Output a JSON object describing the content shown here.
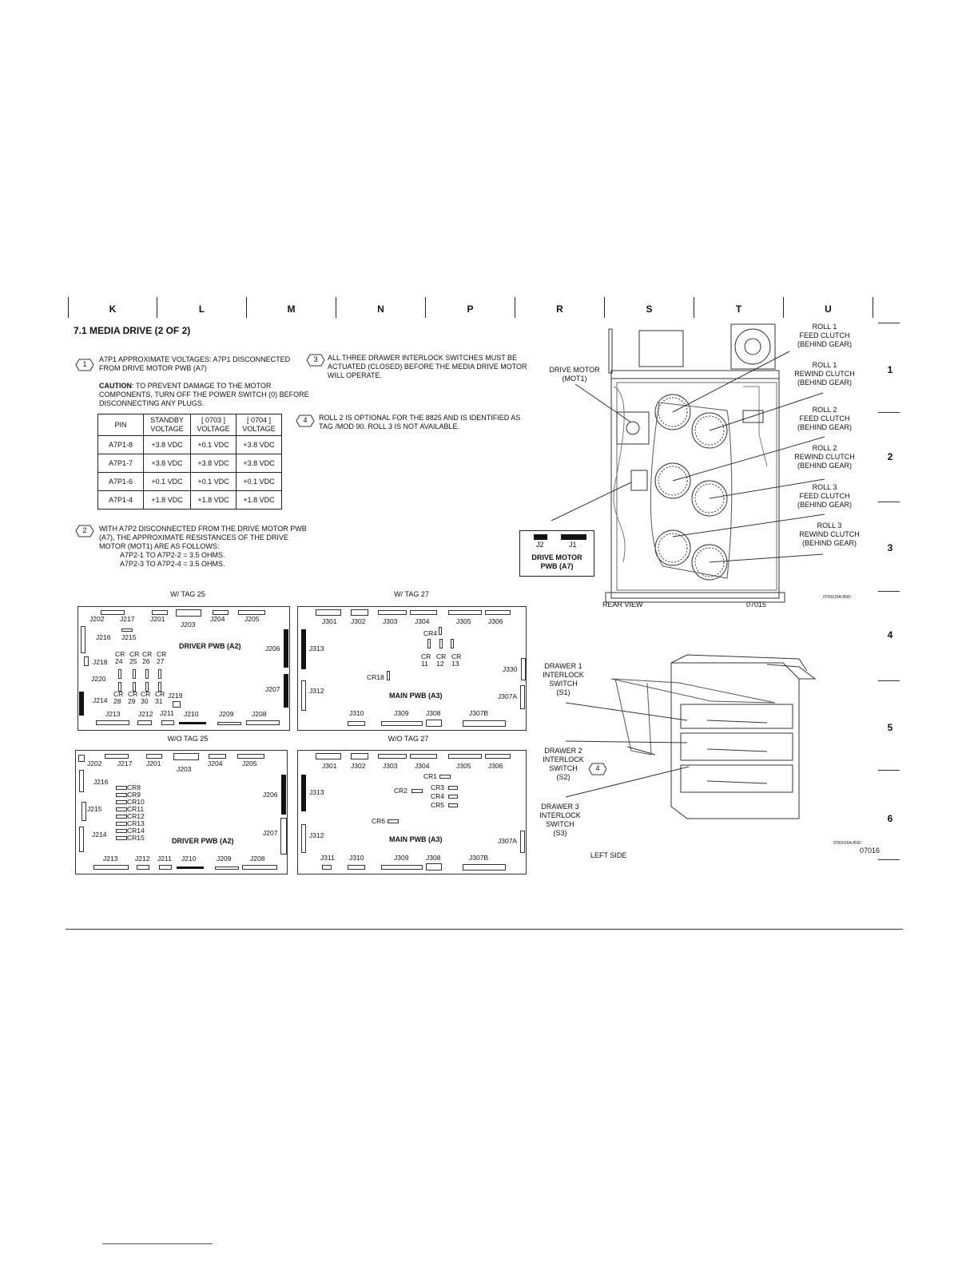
{
  "zones": [
    "K",
    "L",
    "M",
    "N",
    "P",
    "R",
    "S",
    "T",
    "U"
  ],
  "rows": [
    "1",
    "2",
    "3",
    "4",
    "5",
    "6"
  ],
  "title": "7.1  MEDIA DRIVE (2 OF 2)",
  "notes": {
    "n1": {
      "num": "1",
      "line1": "A7P1 APPROXIMATE VOLTAGES:  A7P1 DISCONNECTED",
      "line2": "FROM DRIVE MOTOR PWB (A7)"
    },
    "caution": {
      "label": "CAUTION",
      "line1": ":  TO PREVENT DAMAGE TO THE MOTOR",
      "line2": "COMPONENTS, TURN OFF THE POWER SWITCH (0) BEFORE",
      "line3": "DISCONNECTING ANY PLUGS."
    },
    "n2": {
      "num": "2",
      "line1": "WITH A7P2 DISCONNECTED FROM THE DRIVE MOTOR PWB",
      "line2": "(A7), THE APPROXIMATE RESISTANCES OF THE DRIVE",
      "line3": "MOTOR (MOT1) ARE AS FOLLOWS:",
      "line4": "A7P2-1 TO A7P2-2 = 3.5 OHMS.",
      "line5": "A7P2-3 TO A7P2-4 = 3.5 OHMS."
    },
    "n3": {
      "num": "3",
      "line1": "ALL THREE DRAWER INTERLOCK SWITCHES MUST BE",
      "line2": "ACTUATED (CLOSED) BEFORE THE MEDIA DRIVE MOTOR",
      "line3": "WILL OPERATE."
    },
    "n4": {
      "num": "4",
      "line1": "ROLL 2 IS OPTIONAL FOR THE 8825 AND IS IDENTIFIED AS",
      "line2": "TAG /MOD 90.  ROLL 3 IS NOT AVAILABLE."
    }
  },
  "voltage_table": {
    "headers": [
      [
        "PIN",
        ""
      ],
      [
        "STANDBY",
        "VOLTAGE"
      ],
      [
        "[ 0703 ]",
        "VOLTAGE"
      ],
      [
        "[ 0704 ]",
        "VOLTAGE"
      ]
    ],
    "rows": [
      [
        "A7P1-8",
        "+3.8 VDC",
        "+0.1 VDC",
        "+3.8 VDC"
      ],
      [
        "A7P1-7",
        "+3.8 VDC",
        "+3.8 VDC",
        "+3.8 VDC"
      ],
      [
        "A7P1-6",
        "+0.1 VDC",
        "+0.1 VDC",
        "+0.1 VDC"
      ],
      [
        "A7P1-4",
        "+1.8 VDC",
        "+1.8 VDC",
        "+1.8 VDC"
      ]
    ]
  },
  "rear_view": {
    "drive_motor": [
      "DRIVE MOTOR",
      "(MOT1)"
    ],
    "pwb_box": {
      "j2": "J2",
      "j1": "J1",
      "name1": "DRIVE MOTOR",
      "name2": "PWB (A7)"
    },
    "callouts": [
      [
        "ROLL 1",
        "FEED CLUTCH",
        "(BEHIND GEAR)"
      ],
      [
        "ROLL 1",
        "REWIND CLUTCH",
        "(BEHIND GEAR)"
      ],
      [
        "ROLL 2",
        "FEED CLUTCH",
        "(BEHIND GEAR)"
      ],
      [
        "ROLL 2",
        "REWIND CLUTCH",
        "(BEHIND GEAR)"
      ],
      [
        "ROLL 3",
        "FEED CLUTCH",
        "(BEHIND GEAR)"
      ],
      [
        "ROLL 3",
        "REWIND CLUTCH",
        "(BEHIND GEAR)"
      ]
    ],
    "caption": "REAR VIEW",
    "fig": "07015",
    "small_id": "0700015A-6NO"
  },
  "left_side": {
    "s1": [
      "DRAWER 1",
      "INTERLOCK",
      "SWITCH",
      "(S1)"
    ],
    "s2": [
      "DRAWER 2",
      "INTERLOCK",
      "SWITCH",
      "(S2)"
    ],
    "s3": [
      "DRAWER 3",
      "INTERLOCK",
      "SWITCH",
      "(S3)"
    ],
    "note_num": "4",
    "caption": "LEFT SIDE",
    "fig": "07016",
    "small_id": "0700016A-6NO"
  },
  "driver_tag": {
    "heading": "W/ TAG 25",
    "name": "DRIVER PWB (A2)",
    "top": [
      "J202",
      "J217",
      "J201",
      "J203",
      "J204",
      "J205"
    ],
    "j216": "J216",
    "j215": "J215",
    "j218": "J218",
    "j220": "J220",
    "j214": "J214",
    "j206": "J206",
    "j207": "J207",
    "j219": "J219",
    "cr_top": [
      "CR",
      "CR",
      "CR",
      "CR"
    ],
    "cr_top_nums": [
      "24",
      "25",
      "26",
      "27"
    ],
    "cr_bot": [
      "CR",
      "CR",
      "CR",
      "CR"
    ],
    "cr_bot_nums": [
      "28",
      "29",
      "30",
      "31"
    ],
    "bottom": [
      "J213",
      "J212",
      "J211",
      "J210",
      "J209",
      "J208"
    ]
  },
  "main_tag": {
    "heading": "W/ TAG 27",
    "name": "MAIN PWB (A3)",
    "top": [
      "J301",
      "J302",
      "J303",
      "J304",
      "J305",
      "J306"
    ],
    "cr4": "CR4",
    "cr18": "CR18",
    "j313": "J313",
    "j312": "J312",
    "j330": "J330",
    "j307a": "J307A",
    "cr_labels": [
      "CR",
      "CR",
      "CR"
    ],
    "cr_nums": [
      "11",
      "12",
      "13"
    ],
    "bottom": [
      "J310",
      "J309",
      "J308",
      "J307B"
    ]
  },
  "driver_notag": {
    "heading": "W/O TAG 25",
    "name": "DRIVER PWB (A2)",
    "top": [
      "J202",
      "J217",
      "J201",
      "J203",
      "J204",
      "J205"
    ],
    "j216": "J216",
    "j215": "J215",
    "j214": "J214",
    "j206": "J206",
    "j207": "J207",
    "crs": [
      "CR8",
      "CR9",
      "CR10",
      "CR11",
      "CR12",
      "CR13",
      "CR14",
      "CR15"
    ],
    "bottom": [
      "J213",
      "J212",
      "J211",
      "J210",
      "J209",
      "J208"
    ]
  },
  "main_notag": {
    "heading": "W/O TAG 27",
    "name": "MAIN PWB (A3)",
    "top": [
      "J301",
      "J302",
      "J303",
      "J304",
      "J305",
      "J306"
    ],
    "cr1": "CR1",
    "cr2": "CR2",
    "cr3": "CR3",
    "cr4": "CR4",
    "cr5": "CR5",
    "cr6": "CR6",
    "j313": "J313",
    "j312": "J312",
    "j307a": "J307A",
    "bottom": [
      "J311",
      "J310",
      "J309",
      "J308",
      "J307B"
    ]
  }
}
